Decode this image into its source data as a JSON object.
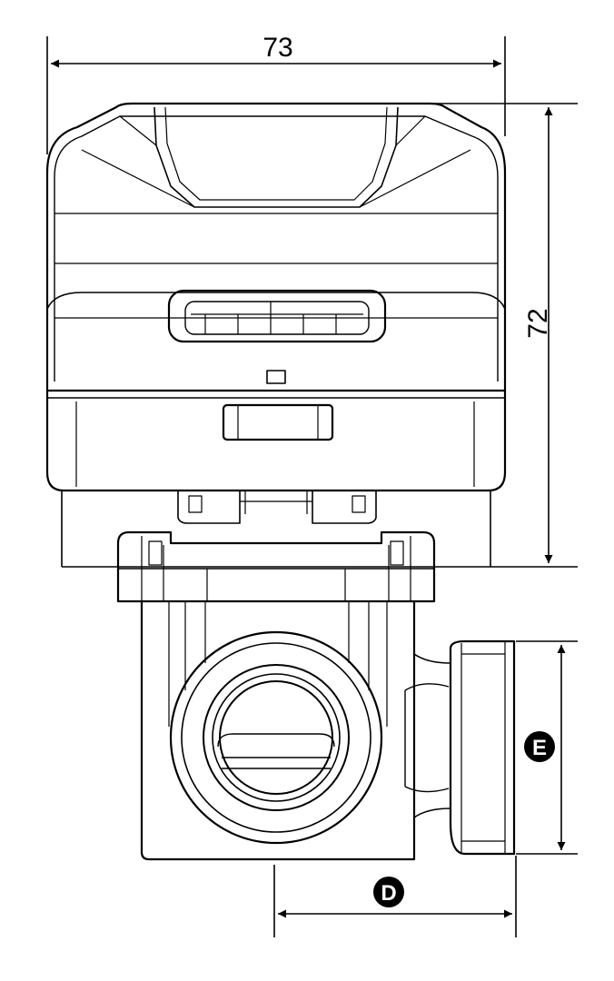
{
  "dimensions": {
    "width": "73",
    "height": "72",
    "port_d": "D",
    "port_e": "E"
  },
  "colors": {
    "line": "#000000",
    "background": "#ffffff",
    "badge_fill": "#000000",
    "badge_text": "#ffffff"
  }
}
